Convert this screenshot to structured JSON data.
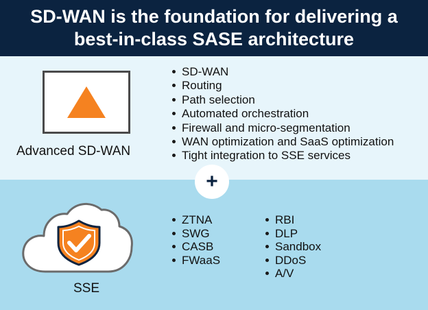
{
  "header": {
    "title_line1": "SD-WAN is the foundation for delivering a",
    "title_line2": "best-in-class SASE architecture"
  },
  "sdwan": {
    "label": "Advanced SD-WAN",
    "icon": "orange-triangle-icon",
    "features": [
      "SD-WAN",
      "Routing",
      "Path selection",
      "Automated orchestration",
      "Firewall and micro-segmentation",
      "WAN optimization and SaaS optimization",
      "Tight integration to SSE services"
    ]
  },
  "connector": {
    "symbol": "+"
  },
  "sse": {
    "label": "SSE",
    "icon": "cloud-shield-check-icon",
    "features_col1": [
      "ZTNA",
      "SWG",
      "CASB",
      "FWaaS"
    ],
    "features_col2": [
      "RBI",
      "DLP",
      "Sandbox",
      "DDoS",
      "A/V"
    ]
  },
  "colors": {
    "header_bg": "#0b2340",
    "top_bg": "#e7f5fb",
    "bottom_bg": "#a9dbee",
    "accent_orange": "#f58220"
  }
}
